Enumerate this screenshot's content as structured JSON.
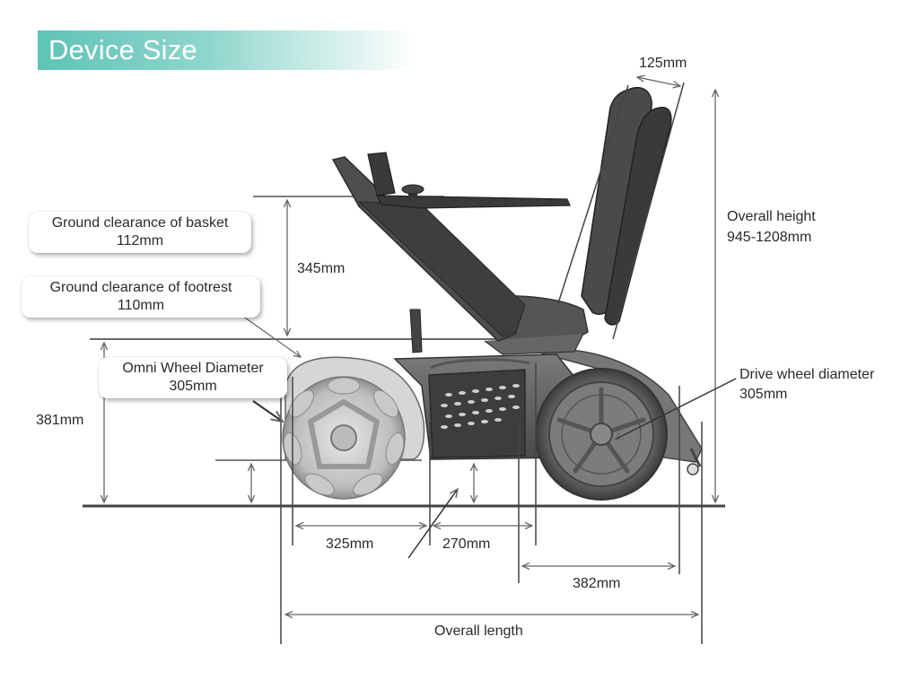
{
  "title": "Device Size",
  "callouts": {
    "basket": {
      "name": "Ground clearance of basket",
      "value": "112mm"
    },
    "footrest": {
      "name": "Ground clearance of footrest",
      "value": "110mm"
    },
    "omni_wheel": {
      "name": "Omni Wheel Diameter",
      "value": "305mm"
    },
    "drive_wheel": {
      "name": "Drive wheel diameter",
      "value": "305mm"
    },
    "overall_height": {
      "name": "Overall height",
      "value": "945-1208mm"
    }
  },
  "dimensions": {
    "backrest_width": "125mm",
    "seat_to_footrest": "345mm",
    "footrest_height": "381mm",
    "front_section": "325mm",
    "basket_length": "270mm",
    "rear_section": "382mm",
    "overall_length": "Overall length"
  }
}
